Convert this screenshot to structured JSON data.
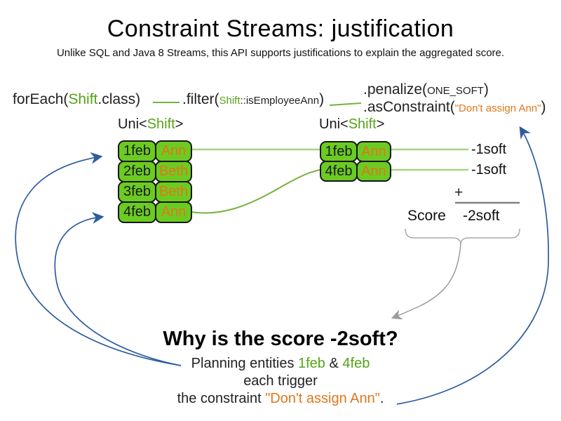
{
  "slide": {
    "title": "Constraint Streams: justification",
    "subtitle": "Unlike SQL and Java 8 Streams, this API supports justifications to explain the aggregated score."
  },
  "code": {
    "foreach_prefix": "forEach(",
    "foreach_class": "Shift",
    "foreach_suffix": ".class)",
    "filter_prefix": ".filter(",
    "filter_arg_class": "Shift",
    "filter_arg_rest": "::isEmployeeAnn",
    "filter_suffix": ")",
    "penalize_prefix": ".penalize(",
    "penalize_arg": "ONE_SOFT",
    "penalize_suffix": ")",
    "asconstraint_prefix": ".asConstraint(",
    "asconstraint_arg": "\"Don't assign Ann\"",
    "asconstraint_suffix": ")"
  },
  "left_stream": {
    "type_label": {
      "prefix": "Uni<",
      "class_name": "Shift",
      "suffix": ">"
    },
    "rows": [
      {
        "date": "1feb",
        "name": "Ann"
      },
      {
        "date": "2feb",
        "name": "Beth"
      },
      {
        "date": "3feb",
        "name": "Beth"
      },
      {
        "date": "4feb",
        "name": "Ann"
      }
    ]
  },
  "right_stream": {
    "type_label": {
      "prefix": "Uni<",
      "class_name": "Shift",
      "suffix": ">"
    },
    "rows": [
      {
        "date": "1feb",
        "name": "Ann"
      },
      {
        "date": "4feb",
        "name": "Ann"
      }
    ]
  },
  "scores": {
    "per_match": [
      "-1soft",
      "-1soft"
    ],
    "plus_sign": "+",
    "score_label": "Score",
    "total": "-2soft"
  },
  "explanation": {
    "heading": "Why is the score -2soft?",
    "line1_prefix": "Planning entities ",
    "line1_entity1": "1feb",
    "line1_joiner": " & ",
    "line1_entity2": "4feb",
    "line2": "each trigger",
    "line3_prefix": "the constraint ",
    "line3_constraint": "\"Don't assign Ann\"",
    "line3_suffix": "."
  },
  "colors": {
    "entity_fill_green": "#6ccb22",
    "code_green": "#56a317",
    "accent_orange": "#e2761b",
    "arrow_blue": "#2e5c9e",
    "arrow_gray": "#9a9a9a",
    "connector_light_green": "#a8d285",
    "connector_green": "#74b33c"
  }
}
